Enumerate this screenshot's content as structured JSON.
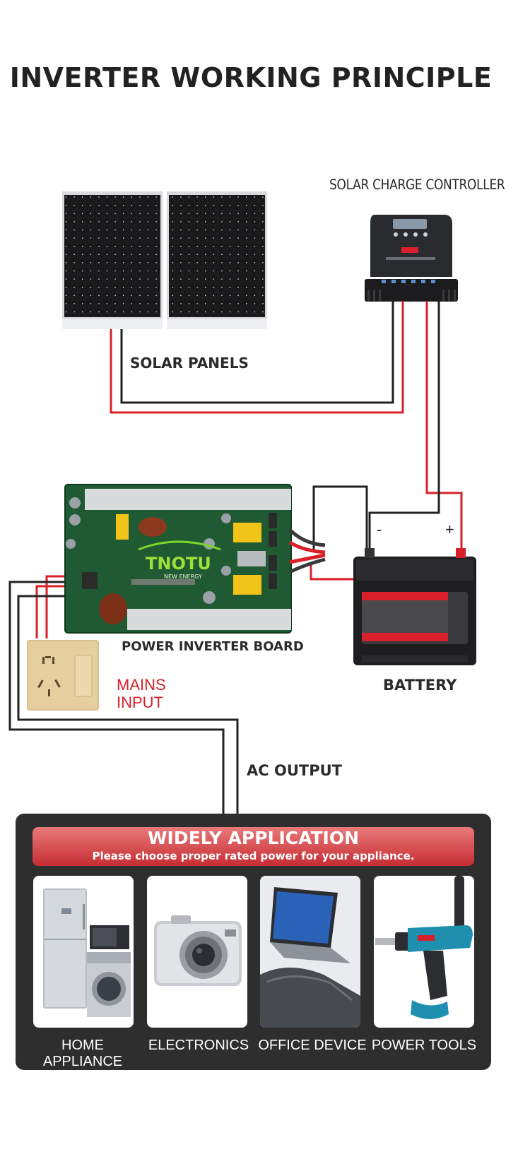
{
  "title": "INVERTER WORKING PRINCIPLE",
  "labels": {
    "solar_charge_controller": "SOLAR CHARGE CONTROLLER",
    "solar_panels": "SOLAR PANELS",
    "power_inverter_board": "POWER INVERTER BOARD",
    "battery": "BATTERY",
    "mains_input_line1": "MAINS",
    "mains_input_line2": "INPUT",
    "ac_output": "AC OUTPUT",
    "battery_negative": "-",
    "battery_positive": "+",
    "board_logo": "TNOTU",
    "board_logo_sub": "NEW ENERGY"
  },
  "application": {
    "title": "WIDELY APPLICATION",
    "subtitle": "Please choose proper rated power for your appliance.",
    "categories": [
      {
        "label": "HOME APPLIANCE"
      },
      {
        "label": "ELECTRONICS"
      },
      {
        "label": "OFFICE DEVICE"
      },
      {
        "label": "POWER TOOLS"
      }
    ]
  },
  "colors": {
    "wire_red": "#d9202a",
    "wire_black": "#222222",
    "mains_text": "#d9202a",
    "panel_bg": "#2e2e2e",
    "banner_top": "#e97a7a",
    "banner_bottom": "#c52d33"
  }
}
